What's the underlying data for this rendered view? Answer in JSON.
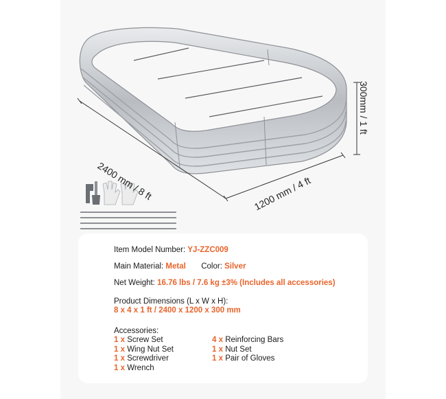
{
  "dimensions": {
    "length": "2400 mm / 8 ft",
    "width": "1200 mm / 4 ft",
    "height": "300mm / 1 ft"
  },
  "specs": {
    "model_label": "Item Model Number: ",
    "model_value": "YJ-ZZC009",
    "material_label": "Main Material: ",
    "material_value": "Metal",
    "color_label": "Color: ",
    "color_value": "Silver",
    "weight_label": "Net Weight: ",
    "weight_value": "16.76  lbs / 7.6  kg ±3% (Includes all accessories)",
    "dims_label": "Product Dimensions (L x W x H):",
    "dims_value": "8 x 4 x 1 ft / 2400 x 1200 x 300 mm",
    "accessories_label": "Accessories:"
  },
  "accessories_left": [
    {
      "qty": "1 x",
      "name": "Screw Set"
    },
    {
      "qty": "1 x",
      "name": "Wing Nut Set"
    },
    {
      "qty": "1 x",
      "name": "Screwdriver"
    },
    {
      "qty": "1 x",
      "name": "Wrench"
    }
  ],
  "accessories_right": [
    {
      "qty": "4 x",
      "name": "Reinforcing Bars"
    },
    {
      "qty": "1 x",
      "name": "Nut Set"
    },
    {
      "qty": "1 x",
      "name": "Pair of Gloves"
    }
  ],
  "colors": {
    "accent": "#e8642c",
    "text": "#1a1a1a",
    "metal": "#c4c7cb"
  }
}
